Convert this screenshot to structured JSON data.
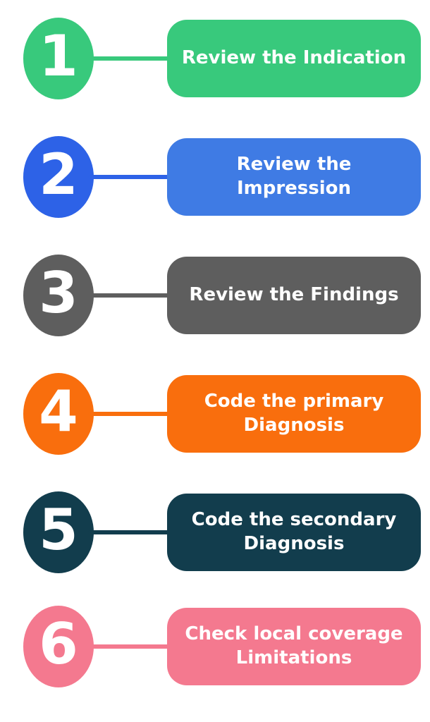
{
  "canvas": {
    "background_color": "#ffffff",
    "text_color": "#ffffff"
  },
  "steps": [
    {
      "number": "1",
      "label": "Review the Indication",
      "circle_color": "#38C97C",
      "box_color": "#38C97C"
    },
    {
      "number": "2",
      "label": "Review the Impression",
      "circle_color": "#2D62E7",
      "box_color": "#3F7BE4"
    },
    {
      "number": "3",
      "label": "Review the Findings",
      "circle_color": "#5E5E5E",
      "box_color": "#5E5E5E"
    },
    {
      "number": "4",
      "label": "Code the primary\nDiagnosis",
      "circle_color": "#F96E0D",
      "box_color": "#F96E0D"
    },
    {
      "number": "5",
      "label": "Code the secondary\nDiagnosis",
      "circle_color": "#123D4D",
      "box_color": "#123D4D"
    },
    {
      "number": "6",
      "label": "Check local coverage\nLimitations",
      "circle_color": "#F4798F",
      "box_color": "#F4798F"
    }
  ]
}
